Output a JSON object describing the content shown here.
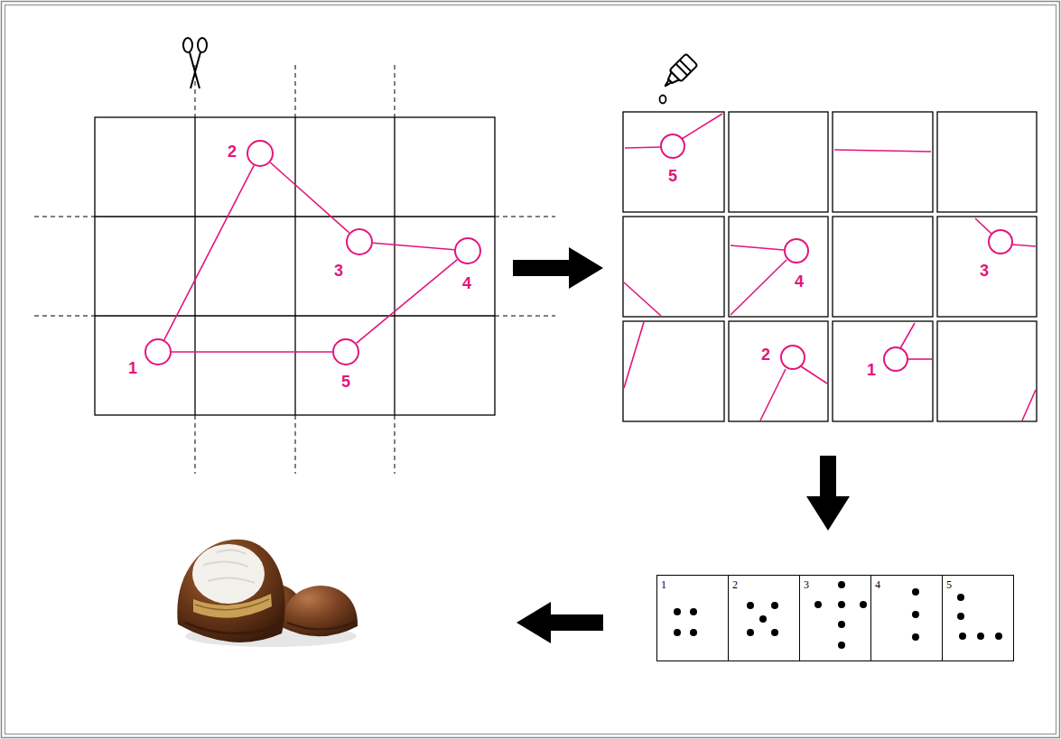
{
  "diagram": {
    "nodes": [
      {
        "text": [
          "1"
        ]
      },
      {
        "text": [
          "2"
        ]
      },
      {
        "text": [
          "3"
        ]
      },
      {
        "text": [
          "4"
        ]
      },
      {
        "text": [
          "5"
        ]
      },
      {
        "text": [
          "1"
        ]
      },
      {
        "text": [
          "2"
        ]
      },
      {
        "text": [
          "3"
        ]
      },
      {
        "text": [
          "4"
        ]
      },
      {
        "text": [
          "5"
        ]
      }
    ],
    "edges": [
      {
        "from": 0,
        "to": 1,
        "arrow": "none"
      },
      {
        "from": 1,
        "to": 2,
        "arrow": "none"
      },
      {
        "from": 2,
        "to": 3,
        "arrow": "none"
      },
      {
        "from": 3,
        "to": 4,
        "arrow": "none"
      },
      {
        "from": 4,
        "to": 0,
        "arrow": "none"
      }
    ],
    "labels": [
      "5",
      "4",
      "3",
      "2",
      "1"
    ]
  }
}
